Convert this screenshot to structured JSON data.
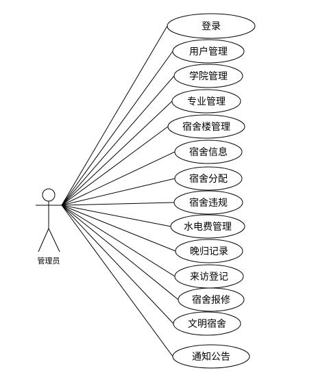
{
  "actor": {
    "label": "管理员"
  },
  "use_cases": [
    {
      "label": "登录"
    },
    {
      "label": "用户管理"
    },
    {
      "label": "学院管理"
    },
    {
      "label": "专业管理"
    },
    {
      "label": "宿舍楼管理"
    },
    {
      "label": "宿舍信息"
    },
    {
      "label": "宿舍分配"
    },
    {
      "label": "宿舍违规"
    },
    {
      "label": "水电费管理"
    },
    {
      "label": "晚归记录"
    },
    {
      "label": "来访登记"
    },
    {
      "label": "宿舍报修"
    },
    {
      "label": "文明宿舍"
    },
    {
      "label": "通知公告"
    }
  ]
}
